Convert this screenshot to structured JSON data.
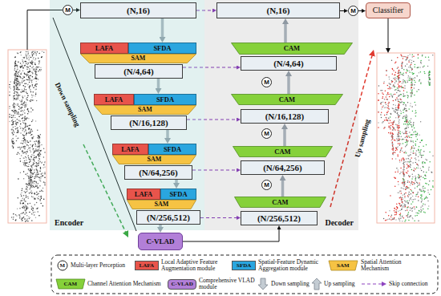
{
  "diagram": {
    "nodes": [
      {
        "text": [
          "Encoder"
        ]
      },
      {
        "text": [
          "M"
        ],
        "in": 0
      },
      {
        "text": [
          "(N,16)"
        ],
        "in": 0
      },
      {
        "text": [
          "LAFA"
        ],
        "in": 0
      },
      {
        "text": [
          "SFDA"
        ],
        "in": 0
      },
      {
        "text": [
          "SAM"
        ],
        "in": 0
      },
      {
        "text": [
          "(N/4,64)"
        ],
        "in": 0
      },
      {
        "text": [
          "LAFA"
        ],
        "in": 0
      },
      {
        "text": [
          "SFDA"
        ],
        "in": 0
      },
      {
        "text": [
          "SAM"
        ],
        "in": 0
      },
      {
        "text": [
          "(N/16,128)"
        ],
        "in": 0
      },
      {
        "text": [
          "LAFA"
        ],
        "in": 0
      },
      {
        "text": [
          "SFDA"
        ],
        "in": 0
      },
      {
        "text": [
          "SAM"
        ],
        "in": 0
      },
      {
        "text": [
          "(N/64,256)"
        ],
        "in": 0
      },
      {
        "text": [
          "LAFA"
        ],
        "in": 0
      },
      {
        "text": [
          "SFDA"
        ],
        "in": 0
      },
      {
        "text": [
          "SAM"
        ],
        "in": 0
      },
      {
        "text": [
          "(N/256,512)"
        ],
        "in": 0
      },
      {
        "text": [
          "C-VLAD"
        ]
      },
      {
        "text": [
          "Decoder"
        ]
      },
      {
        "text": [
          "(N,16)"
        ],
        "in": 20
      },
      {
        "text": [
          "CAM"
        ],
        "in": 20
      },
      {
        "text": [
          "(N/4,64)"
        ],
        "in": 20
      },
      {
        "text": [
          "M"
        ],
        "in": 20
      },
      {
        "text": [
          "CAM"
        ],
        "in": 20
      },
      {
        "text": [
          "(N/16,128)"
        ],
        "in": 20
      },
      {
        "text": [
          "M"
        ],
        "in": 20
      },
      {
        "text": [
          "CAM"
        ],
        "in": 20
      },
      {
        "text": [
          "(N/64,256)"
        ],
        "in": 20
      },
      {
        "text": [
          "M"
        ],
        "in": 20
      },
      {
        "text": [
          "CAM"
        ],
        "in": 20
      },
      {
        "text": [
          "(N/256,512)"
        ],
        "in": 20
      },
      {
        "text": [
          "M"
        ]
      },
      {
        "text": [
          "Classifier"
        ]
      }
    ],
    "edges": [
      {
        "from": 1,
        "to": 2,
        "arrow": "to"
      },
      {
        "from": 2,
        "to": 4,
        "arrow": "to"
      },
      {
        "from": 6,
        "to": 8,
        "arrow": "to"
      },
      {
        "from": 10,
        "to": 12,
        "arrow": "to"
      },
      {
        "from": 14,
        "to": 16,
        "arrow": "to"
      },
      {
        "from": 18,
        "to": 19,
        "arrow": "to"
      },
      {
        "from": 19,
        "to": 32,
        "arrow": "to"
      },
      {
        "from": 31,
        "to": 29,
        "arrow": "to"
      },
      {
        "from": 28,
        "to": 26,
        "arrow": "to"
      },
      {
        "from": 25,
        "to": 23,
        "arrow": "to"
      },
      {
        "from": 22,
        "to": 21,
        "arrow": "to"
      },
      {
        "from": 21,
        "to": 33,
        "arrow": "to"
      },
      {
        "from": 33,
        "to": 34,
        "arrow": "to"
      },
      {
        "from": 2,
        "to": 21,
        "arrow": "to"
      },
      {
        "from": 6,
        "to": 23,
        "arrow": "to"
      },
      {
        "from": 10,
        "to": 26,
        "arrow": "to"
      },
      {
        "from": 14,
        "to": 29,
        "arrow": "to"
      },
      {
        "from": 18,
        "to": 32,
        "arrow": "to"
      }
    ],
    "labels": [
      "Down sampling",
      "Up sampling",
      "M",
      "LAFA",
      "SFDA",
      "SAM",
      "CAM",
      "C-VLAD"
    ],
    "legend": [
      {
        "text": "Multi-layer Perception"
      },
      {
        "text": "Local Adaptive Feature Augmentation module",
        "color": "#e8544b"
      },
      {
        "text": "Spatial-Feature Dynamic Aggregation module",
        "color": "#2aa6df"
      },
      {
        "text": "Spatial Attention Mechanism"
      },
      {
        "text": "Channel Attention Mechanism"
      },
      {
        "text": "Comprehensive VLAD module",
        "color": "#b27fd8"
      },
      {
        "text": "Down sampling"
      },
      {
        "text": "Up sampling"
      },
      {
        "text": "Skip connection"
      }
    ]
  }
}
